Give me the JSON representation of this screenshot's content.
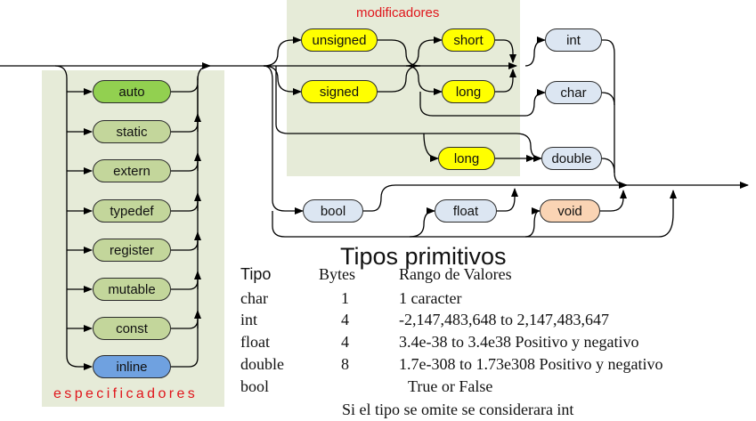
{
  "colors": {
    "spec_bg": "#e6ebd8",
    "mod_bg": "#e6ebd8",
    "specifier_node": "#c3d69b",
    "auto_node": "#92d050",
    "inline_node": "#6fa1e0",
    "modifier_node": "#ffff00",
    "type_node": "#dce6f2",
    "void_node": "#fad4b4",
    "label_red": "#e0151b"
  },
  "groups": {
    "modificadores": "modificadores",
    "especificadores": "especificadores"
  },
  "specifiers": [
    "auto",
    "static",
    "extern",
    "typedef",
    "register",
    "mutable",
    "const",
    "inline"
  ],
  "modifiers": {
    "unsigned": "unsigned",
    "signed": "signed",
    "short": "short",
    "long1": "long",
    "long2": "long"
  },
  "types": {
    "int": "int",
    "char": "char",
    "double": "double",
    "bool": "bool",
    "float": "float",
    "void": "void"
  },
  "table": {
    "title": "Tipos primitivos",
    "headers": [
      "Tipo",
      "Bytes",
      "Rango de Valores"
    ],
    "rows": [
      [
        "char",
        "1",
        "1 caracter"
      ],
      [
        "int",
        "4",
        "-2,147,483,648 to 2,147,483,647"
      ],
      [
        "float",
        "4",
        "3.4e-38 to 3.4e38 Positivo y negativo"
      ],
      [
        "double",
        "8",
        "1.7e-308 to 1.73e308 Positivo y negativo"
      ],
      [
        "bool",
        "",
        "True or False"
      ]
    ],
    "footnote": "Si el tipo se omite se considerara int"
  }
}
